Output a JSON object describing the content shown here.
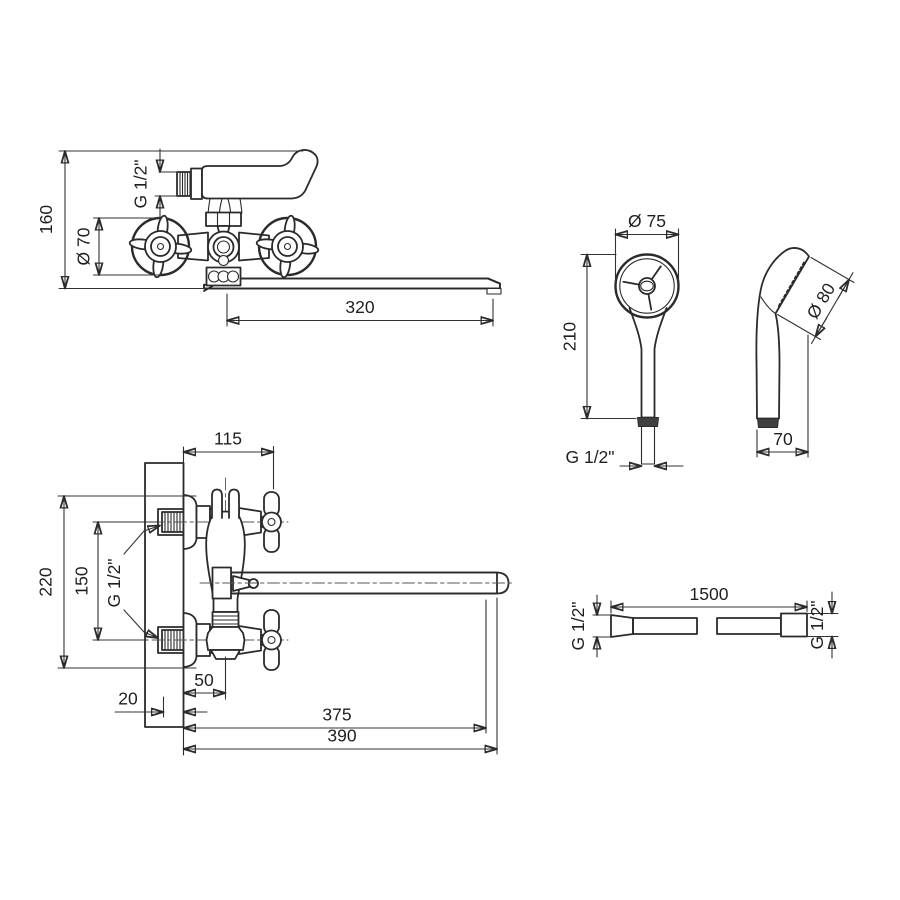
{
  "drawing": {
    "title": "bath-shower-mixer-dimensional-drawing",
    "line_color": "#2b2b2b",
    "background": "#ffffff",
    "faucet_front": {
      "height": "160",
      "shower_thread": "G 1/2\"",
      "handle_diameter": "Ø 70",
      "spout_reach": "320"
    },
    "handshower_front": {
      "head_diameter": "Ø 75",
      "length": "210",
      "thread": "G 1/2\""
    },
    "handshower_side": {
      "face_diameter": "Ø 80",
      "depth": "70"
    },
    "faucet_side": {
      "projection": "115",
      "height": "220",
      "centers": "150",
      "thread": "G 1/2\"",
      "wall_depth": "20",
      "center_offset": "50",
      "spout_length": "375",
      "total_length": "390"
    },
    "hose": {
      "length": "1500",
      "thread_left": "G 1/2\"",
      "thread_right": "G 1/2\""
    }
  }
}
